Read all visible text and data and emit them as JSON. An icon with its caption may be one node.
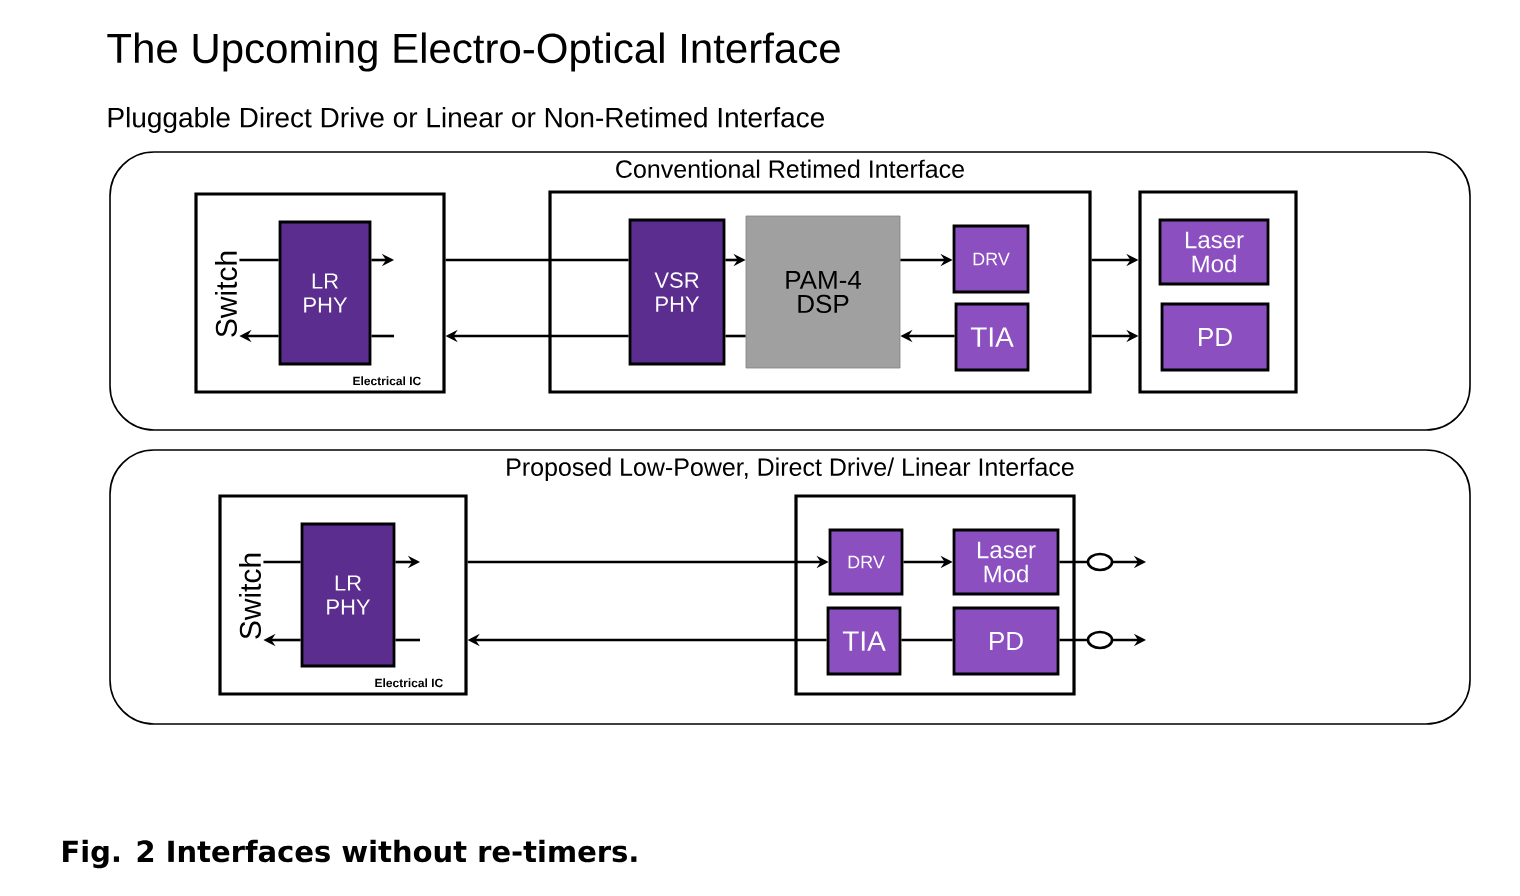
{
  "diagram": {
    "title": "The Upcoming Electro-Optical Interface",
    "caption": "Fig. 2 Interfaces without re-timers.",
    "labels": [
      "Pluggable Direct Drive or Linear or Non-Retimed Interface"
    ],
    "nodes": [
      {
        "text": [
          "Conventional Retimed Interface"
        ]
      },
      {
        "text": [
          "Electrical IC"
        ],
        "in": 0
      },
      {
        "text": [
          "Switch"
        ],
        "in": 1
      },
      {
        "text": [
          "LR PHY"
        ],
        "in": 1
      },
      {
        "text": [],
        "shape": "box",
        "in": 0
      },
      {
        "text": [
          "VSR PHY"
        ],
        "in": 4
      },
      {
        "text": [
          "PAM-4 DSP"
        ],
        "in": 4
      },
      {
        "text": [
          "DRV"
        ],
        "in": 4
      },
      {
        "text": [
          "TIA"
        ],
        "in": 4
      },
      {
        "text": [],
        "shape": "box",
        "in": 0
      },
      {
        "text": [
          "Laser Mod"
        ],
        "in": 9
      },
      {
        "text": [
          "PD"
        ],
        "in": 9
      },
      {
        "text": [
          "Proposed Low-Power, Direct Drive/ Linear Interface"
        ]
      },
      {
        "text": [
          "Electrical IC"
        ],
        "in": 12
      },
      {
        "text": [
          "Switch"
        ],
        "in": 13
      },
      {
        "text": [
          "LR PHY"
        ],
        "in": 13
      },
      {
        "text": [],
        "shape": "box",
        "in": 12
      },
      {
        "text": [
          "DRV"
        ],
        "in": 16
      },
      {
        "text": [
          "Laser Mod"
        ],
        "in": 16
      },
      {
        "text": [
          "TIA"
        ],
        "in": 16
      },
      {
        "text": [
          "PD"
        ],
        "in": 16
      }
    ],
    "edges": [
      {
        "from": 2,
        "to": 3,
        "arrow": "none"
      },
      {
        "from": 3,
        "to": null,
        "arrow": "to"
      },
      {
        "from": 1,
        "to": 5,
        "arrow": "none"
      },
      {
        "from": 5,
        "to": 6,
        "arrow": "to"
      },
      {
        "from": 6,
        "to": 7,
        "arrow": "to"
      },
      {
        "from": 8,
        "to": 6,
        "arrow": "to"
      },
      {
        "from": 6,
        "to": 5,
        "arrow": "none"
      },
      {
        "from": 5,
        "to": 1,
        "arrow": "to"
      },
      {
        "from": null,
        "to": 3,
        "arrow": "none"
      },
      {
        "from": 3,
        "to": 2,
        "arrow": "to"
      },
      {
        "from": 4,
        "to": 9,
        "arrow": "to"
      },
      {
        "from": 4,
        "to": 9,
        "arrow": "to"
      },
      {
        "from": 14,
        "to": 15,
        "arrow": "none"
      },
      {
        "from": 15,
        "to": null,
        "arrow": "to"
      },
      {
        "from": 13,
        "to": 17,
        "arrow": "to"
      },
      {
        "from": 17,
        "to": 18,
        "arrow": "to"
      },
      {
        "from": 18,
        "to": null,
        "arrow": "to"
      },
      {
        "from": 20,
        "to": null,
        "arrow": "to"
      },
      {
        "from": 20,
        "to": 19,
        "arrow": "none"
      },
      {
        "from": 19,
        "to": 13,
        "arrow": "to"
      },
      {
        "from": null,
        "to": 15,
        "arrow": "none"
      },
      {
        "from": 15,
        "to": 14,
        "arrow": "to"
      }
    ]
  }
}
